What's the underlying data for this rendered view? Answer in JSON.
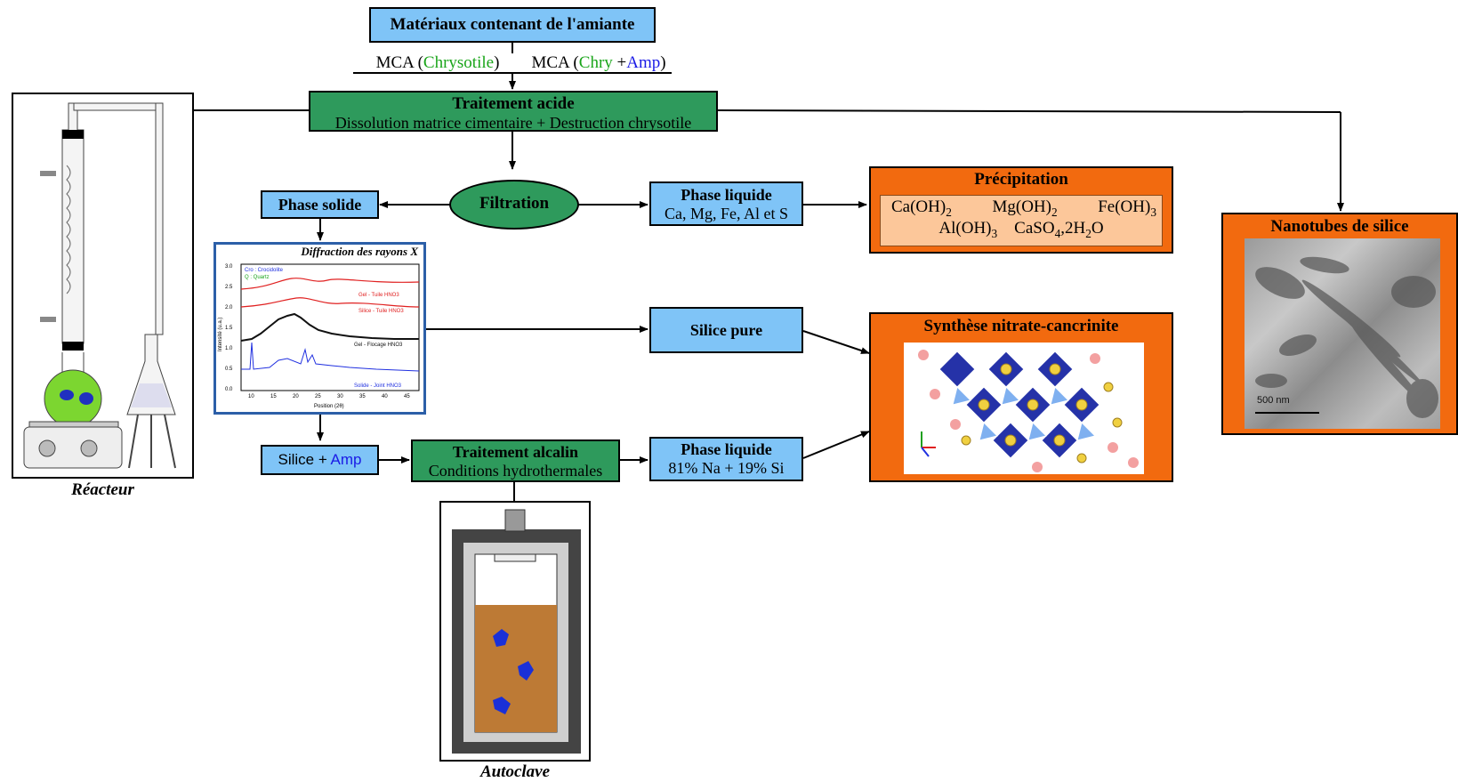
{
  "title_box": "Matériaux contenant de l'amiante",
  "mca_left": {
    "prefix": "MCA (",
    "chry": "Chrysotile",
    "suffix": ")"
  },
  "mca_right": {
    "prefix": "MCA (",
    "chry": "Chry",
    "plus": " +",
    "amp": "Amp",
    "suffix": ")"
  },
  "acid": {
    "title": "Traitement acide",
    "subtitle": "Dissolution matrice cimentaire + Destruction chrysotile"
  },
  "filtration": "Filtration",
  "phase_solide": "Phase solide",
  "phase_liquide_1": {
    "title": "Phase liquide",
    "subtitle": "Ca, Mg, Fe, Al et S"
  },
  "precipitation": {
    "title": "Précipitation",
    "row1": [
      {
        "base": "Ca(OH)",
        "sub": "2"
      },
      {
        "base": "Mg(OH)",
        "sub": "2"
      },
      {
        "base": "Fe(OH)",
        "sub": "3"
      }
    ],
    "row2": [
      {
        "base": "Al(OH)",
        "sub": "3"
      },
      {
        "base": "CaSO",
        "sub": "4",
        "tail": ",2H",
        "sub2": "2",
        "tail2": "O"
      }
    ]
  },
  "nanotubes": {
    "title": "Nanotubes de silice",
    "scale": "500 nm"
  },
  "xrd": {
    "title": "Diffraction des rayons X",
    "legend_cro": "Cro : Crocidolite",
    "legend_q": "Q : Quartz",
    "ylabel": "Intensité (u.a.)",
    "xlabel": "Position (2θ)",
    "yticks": [
      "3.0",
      "2.5",
      "2.0",
      "1.5",
      "1.0",
      "0.5",
      "0.0"
    ],
    "xticks": [
      "10",
      "15",
      "20",
      "25",
      "30",
      "35",
      "40",
      "45"
    ],
    "curve_labels": [
      "Gel - Tuile HNO3",
      "Silice - Tuile HNO3",
      "Gel - Flocage HNO3",
      "Solide - Joint HNO3"
    ]
  },
  "silice_pure": "Silice pure",
  "synthese": "Synthèse nitrate-cancrinite",
  "silice_amp": {
    "prefix": "Silice + ",
    "amp": "Amp"
  },
  "alcalin": {
    "title": "Traitement alcalin",
    "subtitle": "Conditions hydrothermales"
  },
  "phase_liquide_2": {
    "title": "Phase liquide",
    "subtitle": "81% Na + 19% Si"
  },
  "reacteur": "Réacteur",
  "autoclave": "Autoclave",
  "colors": {
    "blue_box": "#7fc4f7",
    "green_box": "#2e9a5c",
    "orange_box": "#f26a0f",
    "peach": "#fcc79a",
    "chrysotile": "#1aa51a",
    "amphibole": "#1a1ae6"
  }
}
